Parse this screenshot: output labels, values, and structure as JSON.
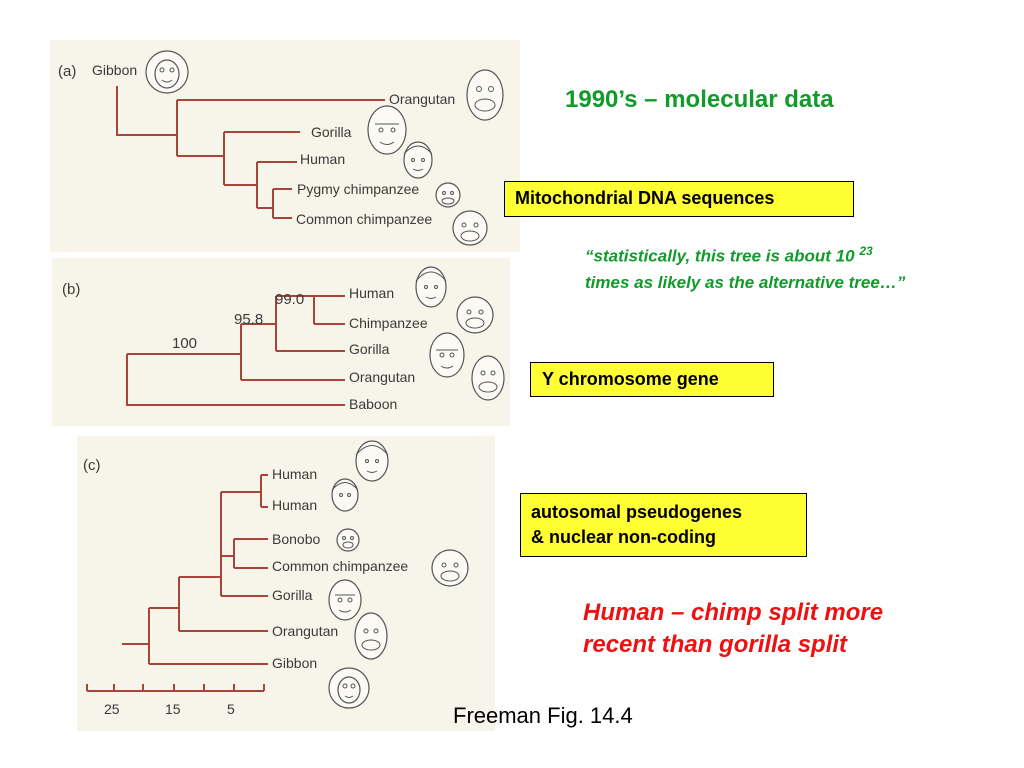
{
  "panel_a": {
    "letter": "(a)",
    "taxa": [
      "Gibbon",
      "Orangutan",
      "Gorilla",
      "Human",
      "Pygmy chimpanzee",
      "Common chimpanzee"
    ]
  },
  "panel_b": {
    "letter": "(b)",
    "taxa": [
      "Human",
      "Chimpanzee",
      "Gorilla",
      "Orangutan",
      "Baboon"
    ],
    "support_values": [
      "99.0",
      "95.8",
      "100"
    ]
  },
  "panel_c": {
    "letter": "(c)",
    "taxa": [
      "Human",
      "Human",
      "Bonobo",
      "Common chimpanzee",
      "Gorilla",
      "Orangutan",
      "Gibbon"
    ],
    "scale_labels": [
      "25",
      "15",
      "5"
    ]
  },
  "heading": "1990’s – molecular data",
  "boxes": {
    "mito": "Mitochondrial DNA sequences",
    "y_chrom": "Y chromosome gene",
    "auto_line1": "autosomal pseudogenes",
    "auto_line2": "& nuclear non-coding"
  },
  "quote": {
    "line1_pre": "“statistically, this tree is about 10",
    "line1_sup": "23",
    "line2": "times as likely as the alternative tree…”"
  },
  "conclusion": {
    "line1": "Human – chimp split more",
    "line2": "recent than gorilla split"
  },
  "caption": "Freeman Fig. 14.4",
  "colors": {
    "branch": "#a8443a",
    "heading_green": "#129a2a",
    "box_yellow": "#ffff33",
    "note_red": "#ee1111"
  },
  "icons": [
    "gibbon-face-icon",
    "orangutan-face-icon",
    "gorilla-face-icon",
    "human-face-icon",
    "chimpanzee-face-icon",
    "baboon-face-icon"
  ]
}
